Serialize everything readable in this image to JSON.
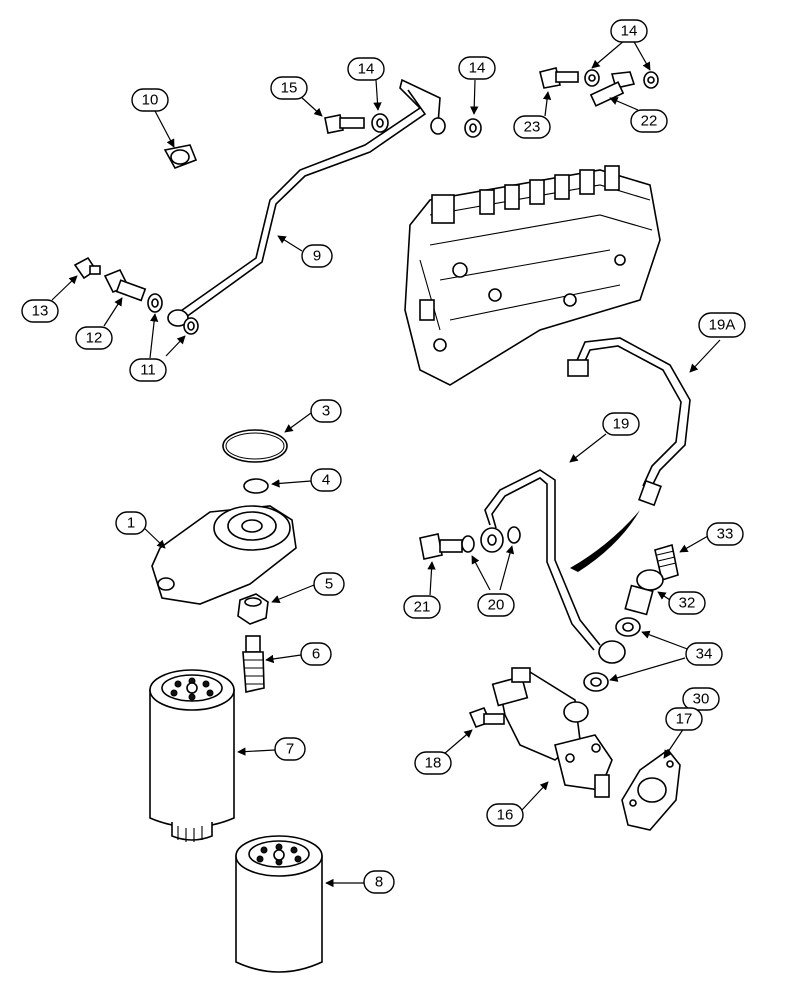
{
  "callouts": {
    "c1": "1",
    "c3": "3",
    "c4": "4",
    "c5": "5",
    "c6": "6",
    "c7": "7",
    "c8": "8",
    "c9": "9",
    "c10": "10",
    "c11": "11",
    "c12": "12",
    "c13": "13",
    "c14a": "14",
    "c14b": "14",
    "c14c": "14",
    "c15": "15",
    "c16": "16",
    "c17": "17",
    "c18": "18",
    "c19": "19",
    "c19a": "19A",
    "c20": "20",
    "c21": "21",
    "c22": "22",
    "c23": "23",
    "c30": "30",
    "c32": "32",
    "c33": "33",
    "c34": "34"
  }
}
